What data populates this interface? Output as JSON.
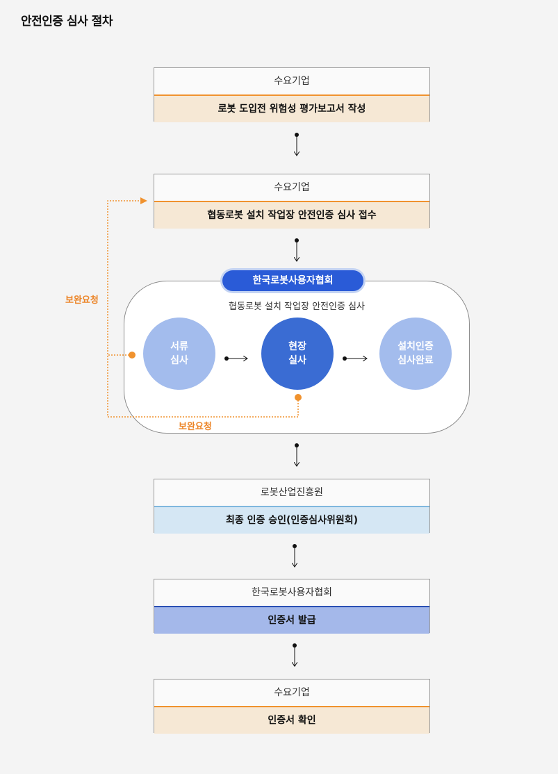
{
  "page_title": "안전인증 심사 절차",
  "steps": [
    {
      "actor": "수요기업",
      "task": "로봇 도입전 위험성 평가보고서 작성"
    },
    {
      "actor": "수요기업",
      "task": "협동로봇 설치 작업장 안전인증 심사 접수"
    },
    {
      "actor": "로봇산업진흥원",
      "task": "최종 인증 승인(인증심사위원회)"
    },
    {
      "actor": "한국로봇사용자협회",
      "task": "인증서 발급"
    },
    {
      "actor": "수요기업",
      "task": "인증서 확인"
    }
  ],
  "review": {
    "org": "한국로봇사용자협회",
    "title": "협동로봇 설치 작업장 안전인증 심사",
    "stages": [
      {
        "label": "서류\n심사"
      },
      {
        "label": "현장\n실사"
      },
      {
        "label": "설치인증\n심사완료"
      }
    ]
  },
  "feedback": {
    "left_label": "보완요청",
    "bottom_label": "보완요청"
  },
  "colors": {
    "orange_accent": "#f0922e",
    "orange_fill": "#f6e8d5",
    "light_blue_fill": "#d5e7f4",
    "blue_fill": "#a4b8ea",
    "badge_blue": "#2a5bd7",
    "circle_light": "#a3bced",
    "circle_dark": "#3a6cd3"
  }
}
